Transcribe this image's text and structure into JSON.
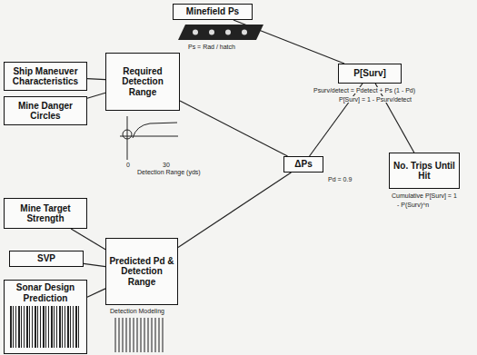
{
  "diagram": {
    "nodes": [
      {
        "text": [
          "Minefield Ps"
        ]
      },
      {
        "text": [
          "Ship Maneuver Characteristics"
        ]
      },
      {
        "text": [
          "Mine Danger Circles"
        ]
      },
      {
        "text": [
          "Required Detection Range"
        ]
      },
      {
        "text": [
          "P[Surv]"
        ]
      },
      {
        "text": [
          "ΔPs"
        ]
      },
      {
        "text": [
          "Mine Target Strength"
        ]
      },
      {
        "text": [
          "SVP"
        ]
      },
      {
        "text": [
          "Sonar Design Prediction"
        ]
      },
      {
        "text": [
          "Predicted Pd & Detection Range"
        ]
      },
      {
        "text": [
          "No. Trips Until Hit"
        ]
      }
    ],
    "edges": [
      {
        "from": 1,
        "to": 3,
        "arrow": "none"
      },
      {
        "from": 2,
        "to": 3,
        "arrow": "none"
      },
      {
        "from": 3,
        "to": 5,
        "arrow": "none"
      },
      {
        "from": 9,
        "to": 5,
        "arrow": "none"
      },
      {
        "from": 0,
        "to": 4,
        "arrow": "none"
      },
      {
        "from": 5,
        "to": 4,
        "arrow": "none"
      },
      {
        "from": 4,
        "to": 10,
        "arrow": "none"
      },
      {
        "from": 6,
        "to": 9,
        "arrow": "none"
      },
      {
        "from": 7,
        "to": 9,
        "arrow": "none"
      },
      {
        "from": 8,
        "to": 9,
        "arrow": "none"
      }
    ],
    "labels": [
      "Ps = Rad / hatch",
      "Psurv/detect = Pdetect + Ps (1 - Pd)",
      "P[Surv] = 1 - Psurv/detect",
      "Pd = 0.9",
      "Cumulative P[Surv] = 1",
      "- P(Surv)^n",
      "0",
      "30",
      "Detection Range (yds)",
      "Detection Modeling"
    ]
  }
}
